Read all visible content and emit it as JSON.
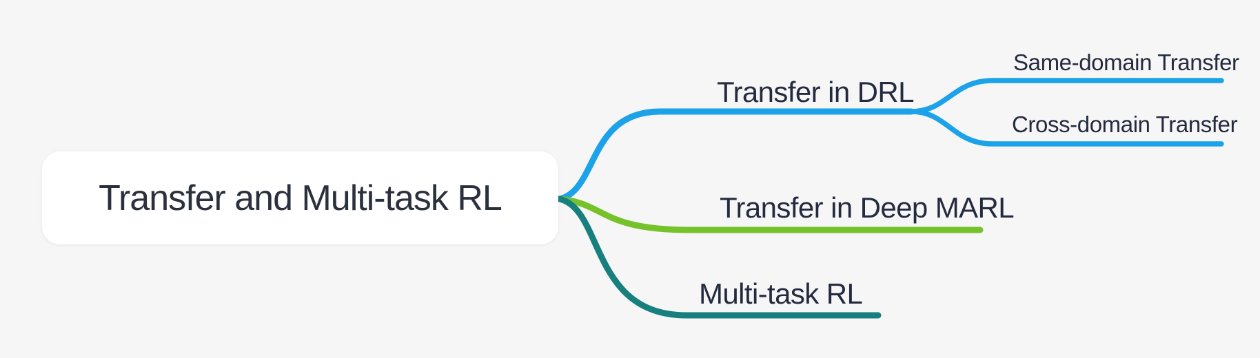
{
  "canvas": {
    "background_color": "#f6f6f7",
    "type": "mindmap"
  },
  "root": {
    "label": "Transfer and Multi-task RL",
    "text_color": "#2b313c",
    "box_color": "#ffffff"
  },
  "branches": [
    {
      "id": "transfer-in-drl",
      "label": "Transfer in DRL",
      "color": "#1ba2e8",
      "children": [
        {
          "id": "same-domain-transfer",
          "label": "Same-domain Transfer"
        },
        {
          "id": "cross-domain-transfer",
          "label": "Cross-domain Transfer"
        }
      ]
    },
    {
      "id": "transfer-in-deep-marl",
      "label": "Transfer in Deep MARL",
      "color": "#76c22b",
      "children": []
    },
    {
      "id": "multi-task-rl",
      "label": "Multi-task RL",
      "color": "#17807e",
      "children": []
    }
  ],
  "label_text_color": "#252b3f"
}
